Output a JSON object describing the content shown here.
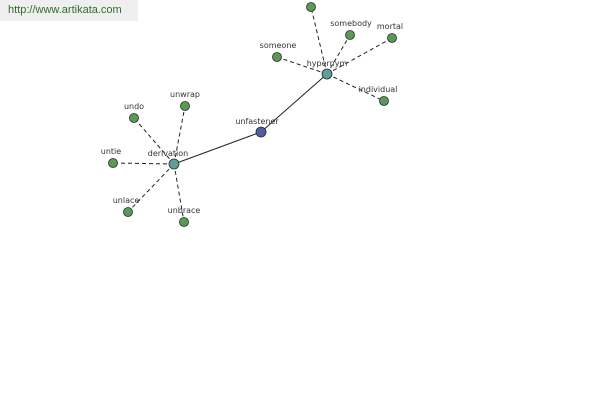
{
  "source_url": "http://www.artikata.com",
  "graph": {
    "colors": {
      "leaf": "#5a9a55",
      "hub": "#5b9e9a",
      "center": "#4f5fa0"
    },
    "nodes": {
      "unfastener": "unfastener",
      "derivation": "derivation",
      "hypernym": "hypernym",
      "undo": "undo",
      "unwrap": "unwrap",
      "untie": "untie",
      "unlace": "unlace",
      "unbrace": "unbrace",
      "someone": "someone",
      "somebody": "somebody",
      "mortal": "mortal",
      "individual": "individual",
      "person": ""
    }
  }
}
